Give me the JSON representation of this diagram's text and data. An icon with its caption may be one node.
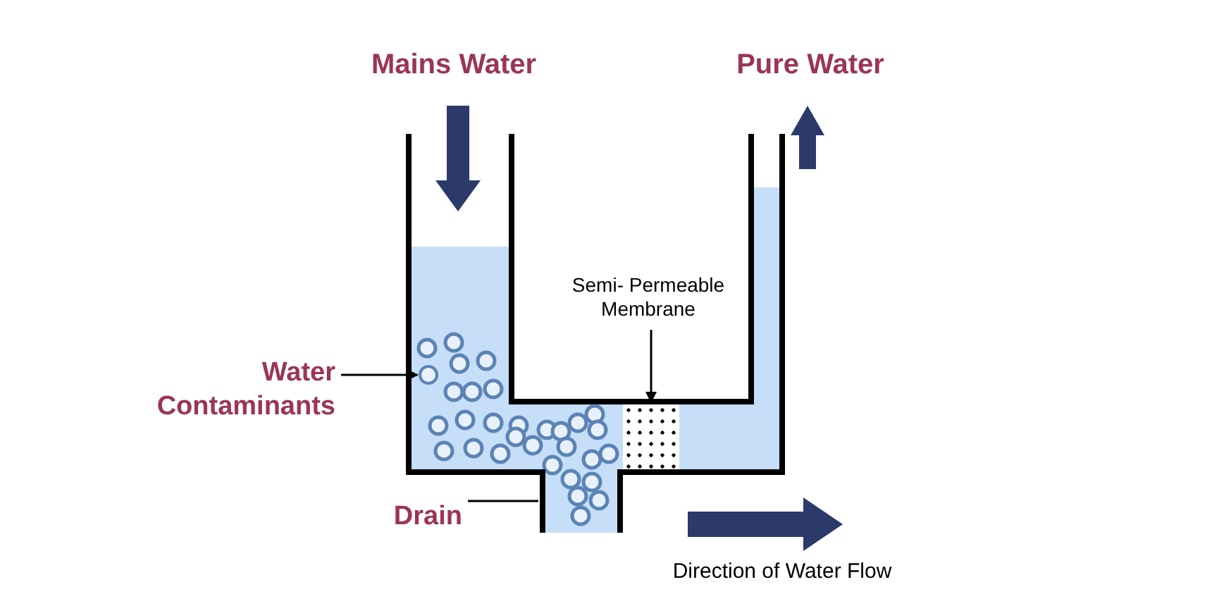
{
  "diagram": {
    "nodes": [
      {
        "text": [
          "Semi- Permeable Membrane"
        ]
      },
      {
        "text": [],
        "shape": "box"
      },
      {
        "text": [
          "Water Contaminants"
        ]
      },
      {
        "text": [],
        "shape": "circle"
      },
      {
        "text": [
          "Drain"
        ]
      },
      {
        "text": [],
        "shape": "box"
      }
    ],
    "edges": [
      {
        "from": 0,
        "to": 1,
        "arrow": "to"
      },
      {
        "from": 2,
        "to": 3,
        "arrow": "to"
      },
      {
        "from": 4,
        "to": 5,
        "arrow": "none"
      }
    ],
    "labels": [
      "Mains Water",
      "Pure Water",
      "Direction of Water Flow"
    ]
  }
}
